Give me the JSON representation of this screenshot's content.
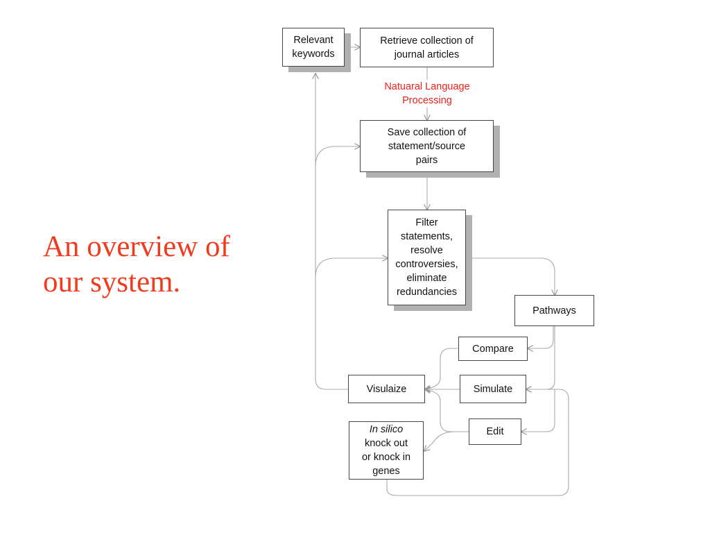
{
  "title": {
    "line1": "An overview of",
    "line2": "our system."
  },
  "nodes": {
    "keywords": {
      "lines": [
        "Relevant",
        "keywords"
      ]
    },
    "retrieve": {
      "lines": [
        "Retrieve collection of",
        "journal articles"
      ]
    },
    "nlp": {
      "lines": [
        "Natuaral Language",
        "Processing"
      ]
    },
    "save": {
      "lines": [
        "Save collection of",
        "statement/source",
        "pairs"
      ]
    },
    "filter": {
      "lines": [
        "Filter",
        "statements,",
        "resolve",
        "controversies,",
        "eliminate",
        "redundancies"
      ]
    },
    "pathways": {
      "label": "Pathways"
    },
    "compare": {
      "label": "Compare"
    },
    "visualize": {
      "label": "Visulaize"
    },
    "simulate": {
      "label": "Simulate"
    },
    "edit": {
      "label": "Edit"
    },
    "insilico": {
      "italic": "In silico",
      "lines": [
        "knock out",
        "or knock in",
        "genes"
      ]
    }
  },
  "colors": {
    "title": "#f03c1e",
    "nlp_label": "#e8221b",
    "box_border": "#444444",
    "shadow": "#b0b0b0",
    "connector": "#a8a8a8"
  }
}
